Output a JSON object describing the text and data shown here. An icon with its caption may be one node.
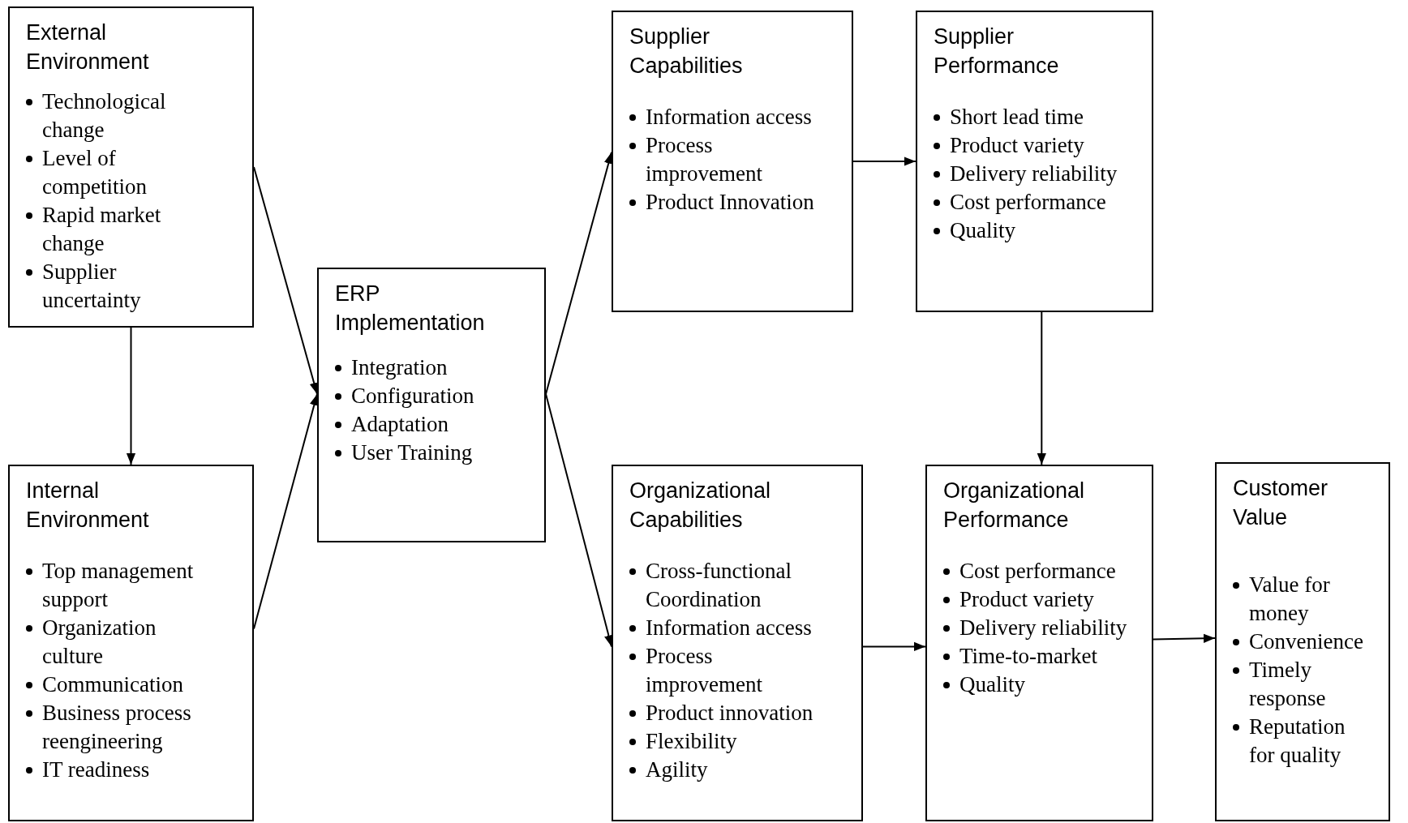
{
  "diagram": {
    "nodes": [
      {
        "text": [
          "External Environment",
          "Technological change",
          "Level of competition",
          "Rapid market change",
          "Supplier uncertainty"
        ]
      },
      {
        "text": [
          "Internal Environment",
          "Top management support",
          "Organization culture",
          "Communication",
          "Business process reengineering",
          "IT readiness"
        ]
      },
      {
        "text": [
          "ERP Implementation",
          "Integration",
          "Configuration",
          "Adaptation",
          "User Training"
        ]
      },
      {
        "text": [
          "Supplier Capabilities",
          "Information access",
          "Process improvement",
          "Product Innovation"
        ]
      },
      {
        "text": [
          "Supplier Performance",
          "Short lead time",
          "Product variety",
          "Delivery reliability",
          "Cost performance",
          "Quality"
        ]
      },
      {
        "text": [
          "Organizational Capabilities",
          "Cross-functional Coordination",
          "Information  access",
          "Process improvement",
          "Product innovation",
          "Flexibility",
          "Agility"
        ]
      },
      {
        "text": [
          "Organizational Performance",
          "Cost performance",
          "Product variety",
          "Delivery reliability",
          "Time-to-market",
          "Quality"
        ]
      },
      {
        "text": [
          "Customer Value",
          "Value for money",
          "Convenience",
          "Timely response",
          "Reputation for quality"
        ]
      }
    ],
    "edges": [
      {
        "from": 0,
        "to": 2,
        "arrow": "to"
      },
      {
        "from": 1,
        "to": 2,
        "arrow": "to"
      },
      {
        "from": 0,
        "to": 1,
        "arrow": "to"
      },
      {
        "from": 2,
        "to": 3,
        "arrow": "to"
      },
      {
        "from": 2,
        "to": 5,
        "arrow": "to"
      },
      {
        "from": 3,
        "to": 4,
        "arrow": "to"
      },
      {
        "from": 4,
        "to": 6,
        "arrow": "to"
      },
      {
        "from": 5,
        "to": 6,
        "arrow": "to"
      },
      {
        "from": 6,
        "to": 7,
        "arrow": "to"
      }
    ]
  }
}
